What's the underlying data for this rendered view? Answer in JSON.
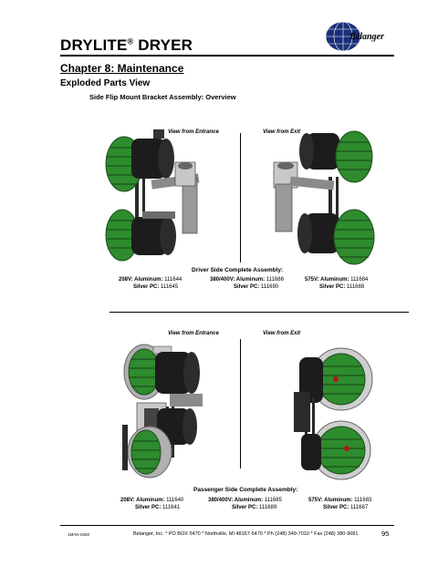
{
  "header": {
    "title": "DRYLITE",
    "registered": "®",
    "title_suffix": " DRYER",
    "logo_text": "Belanger"
  },
  "chapter": "Chapter 8: Maintenance",
  "section": "Exploded Parts View",
  "subsection": "Side Flip Mount Bracket Assembly: Overview",
  "driver": {
    "view_entrance": "View from Entrance",
    "view_exit": "View from Exit",
    "heading": "Driver Side Complete Assembly:",
    "parts": [
      {
        "aluminum_label": "208V: Aluminum:",
        "aluminum_value": "111644",
        "pc_label": "Silver PC:",
        "pc_value": "111645"
      },
      {
        "aluminum_label": "380/400V: Aluminum:",
        "aluminum_value": "111686",
        "pc_label": "Silver PC:",
        "pc_value": "111690"
      },
      {
        "aluminum_label": "575V: Aluminum:",
        "aluminum_value": "111684",
        "pc_label": "Silver PC:",
        "pc_value": "111688"
      }
    ]
  },
  "passenger": {
    "view_entrance": "View from Entrance",
    "view_exit": "View from Exit",
    "heading": "Passenger Side Complete Assembly:",
    "parts": [
      {
        "aluminum_label": "208V: Aluminum:",
        "aluminum_value": "111640",
        "pc_label": "Silver PC:",
        "pc_value": "111641"
      },
      {
        "aluminum_label": "380/400V: Aluminum:",
        "aluminum_value": "111685",
        "pc_label": "Silver PC:",
        "pc_value": "111689"
      },
      {
        "aluminum_label": "575V: Aluminum:",
        "aluminum_value": "111683",
        "pc_label": "Silver PC:",
        "pc_value": "111687"
      }
    ]
  },
  "footer": {
    "code": "1MAN-0260",
    "address": "Belanger, Inc. * PO BOX 5470 * Northville, MI 48167-5470 * Ph (248) 349-7010 * Fax (248) 380-9681",
    "page": "95"
  },
  "colors": {
    "brush_green": "#2e8b2e",
    "motor_black": "#1c1c1c",
    "bracket_gray": "#8a8a8a",
    "logo_blue": "#1a2f7a",
    "red_accent": "#b01818"
  }
}
